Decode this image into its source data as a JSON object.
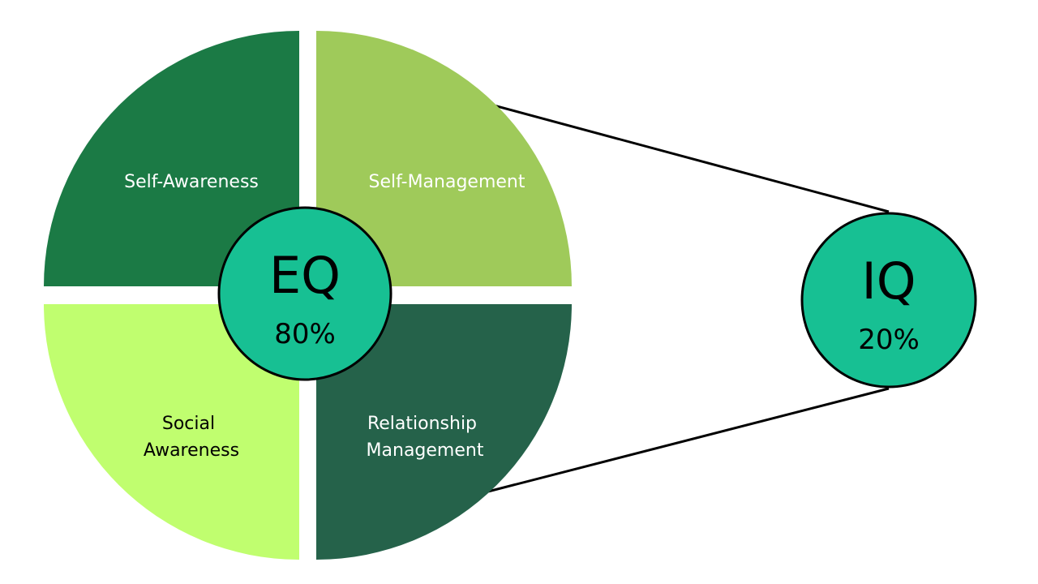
{
  "colors": {
    "background": "#ffffff",
    "self_awareness": "#1b7a45",
    "self_management": "#9fca5a",
    "social_awareness": "#c0fe6f",
    "relationship_management": "#25624a",
    "center_circle": "#17c093",
    "circle_stroke": "#000000",
    "connector_line": "#000000",
    "text_light": "#ffffff",
    "text_dark": "#000000"
  },
  "quadrants": {
    "self_awareness": {
      "lines": [
        "Self-Awareness"
      ]
    },
    "self_management": {
      "lines": [
        "Self-Management"
      ]
    },
    "social_awareness": {
      "lines": [
        "Social",
        "Awareness"
      ]
    },
    "relationship_management": {
      "lines": [
        "Relationship",
        "Management"
      ]
    }
  },
  "eq": {
    "label": "EQ",
    "percent": "80%"
  },
  "iq": {
    "label": "IQ",
    "percent": "20%"
  }
}
